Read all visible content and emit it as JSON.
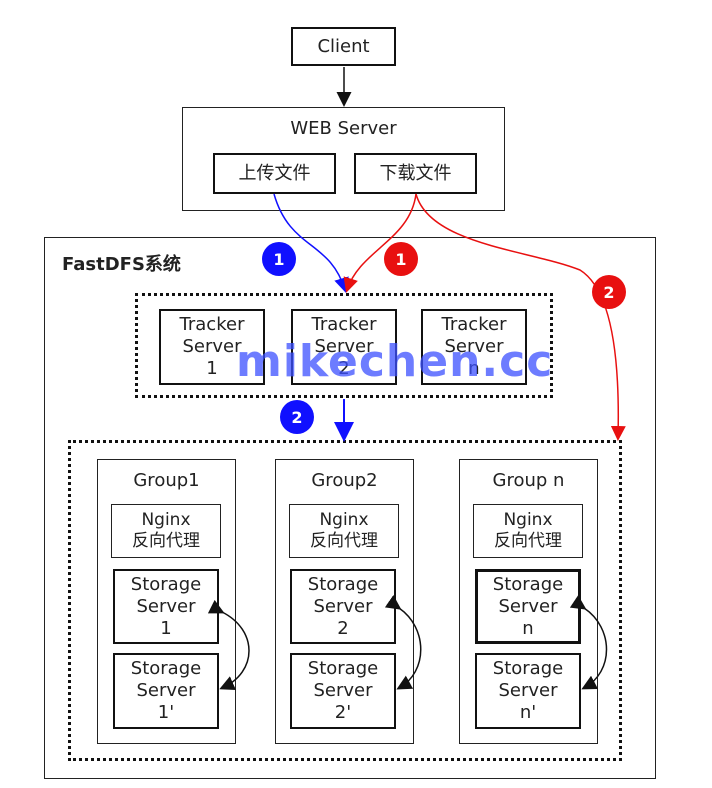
{
  "client": "Client",
  "web_server": {
    "title": "WEB Server",
    "upload": "上传文件",
    "download": "下载文件"
  },
  "fastdfs": {
    "title": "FastDFS系统"
  },
  "trackers": [
    {
      "label": "Tracker\nServer\n1"
    },
    {
      "label": "Tracker\nServer\n2"
    },
    {
      "label": "Tracker\nServer\nn"
    }
  ],
  "groups": [
    {
      "title": "Group1",
      "nginx": "Nginx\n反向代理",
      "storage_a": "Storage\nServer\n1",
      "storage_b": "Storage\nServer\n1'"
    },
    {
      "title": "Group2",
      "nginx": "Nginx\n反向代理",
      "storage_a": "Storage\nServer\n2",
      "storage_b": "Storage\nServer\n2'"
    },
    {
      "title": "Group n",
      "nginx": "Nginx\n反向代理",
      "storage_a": "Storage\nServer\nn",
      "storage_b": "Storage\nServer\nn'"
    }
  ],
  "badges": {
    "upload_step1": "1",
    "upload_step2": "2",
    "download_step1": "1",
    "download_step2": "2"
  },
  "colors": {
    "upload_flow": "#1010ff",
    "download_flow": "#e81010",
    "watermark": "#3c50ff"
  },
  "watermark": "mikechen.cc"
}
